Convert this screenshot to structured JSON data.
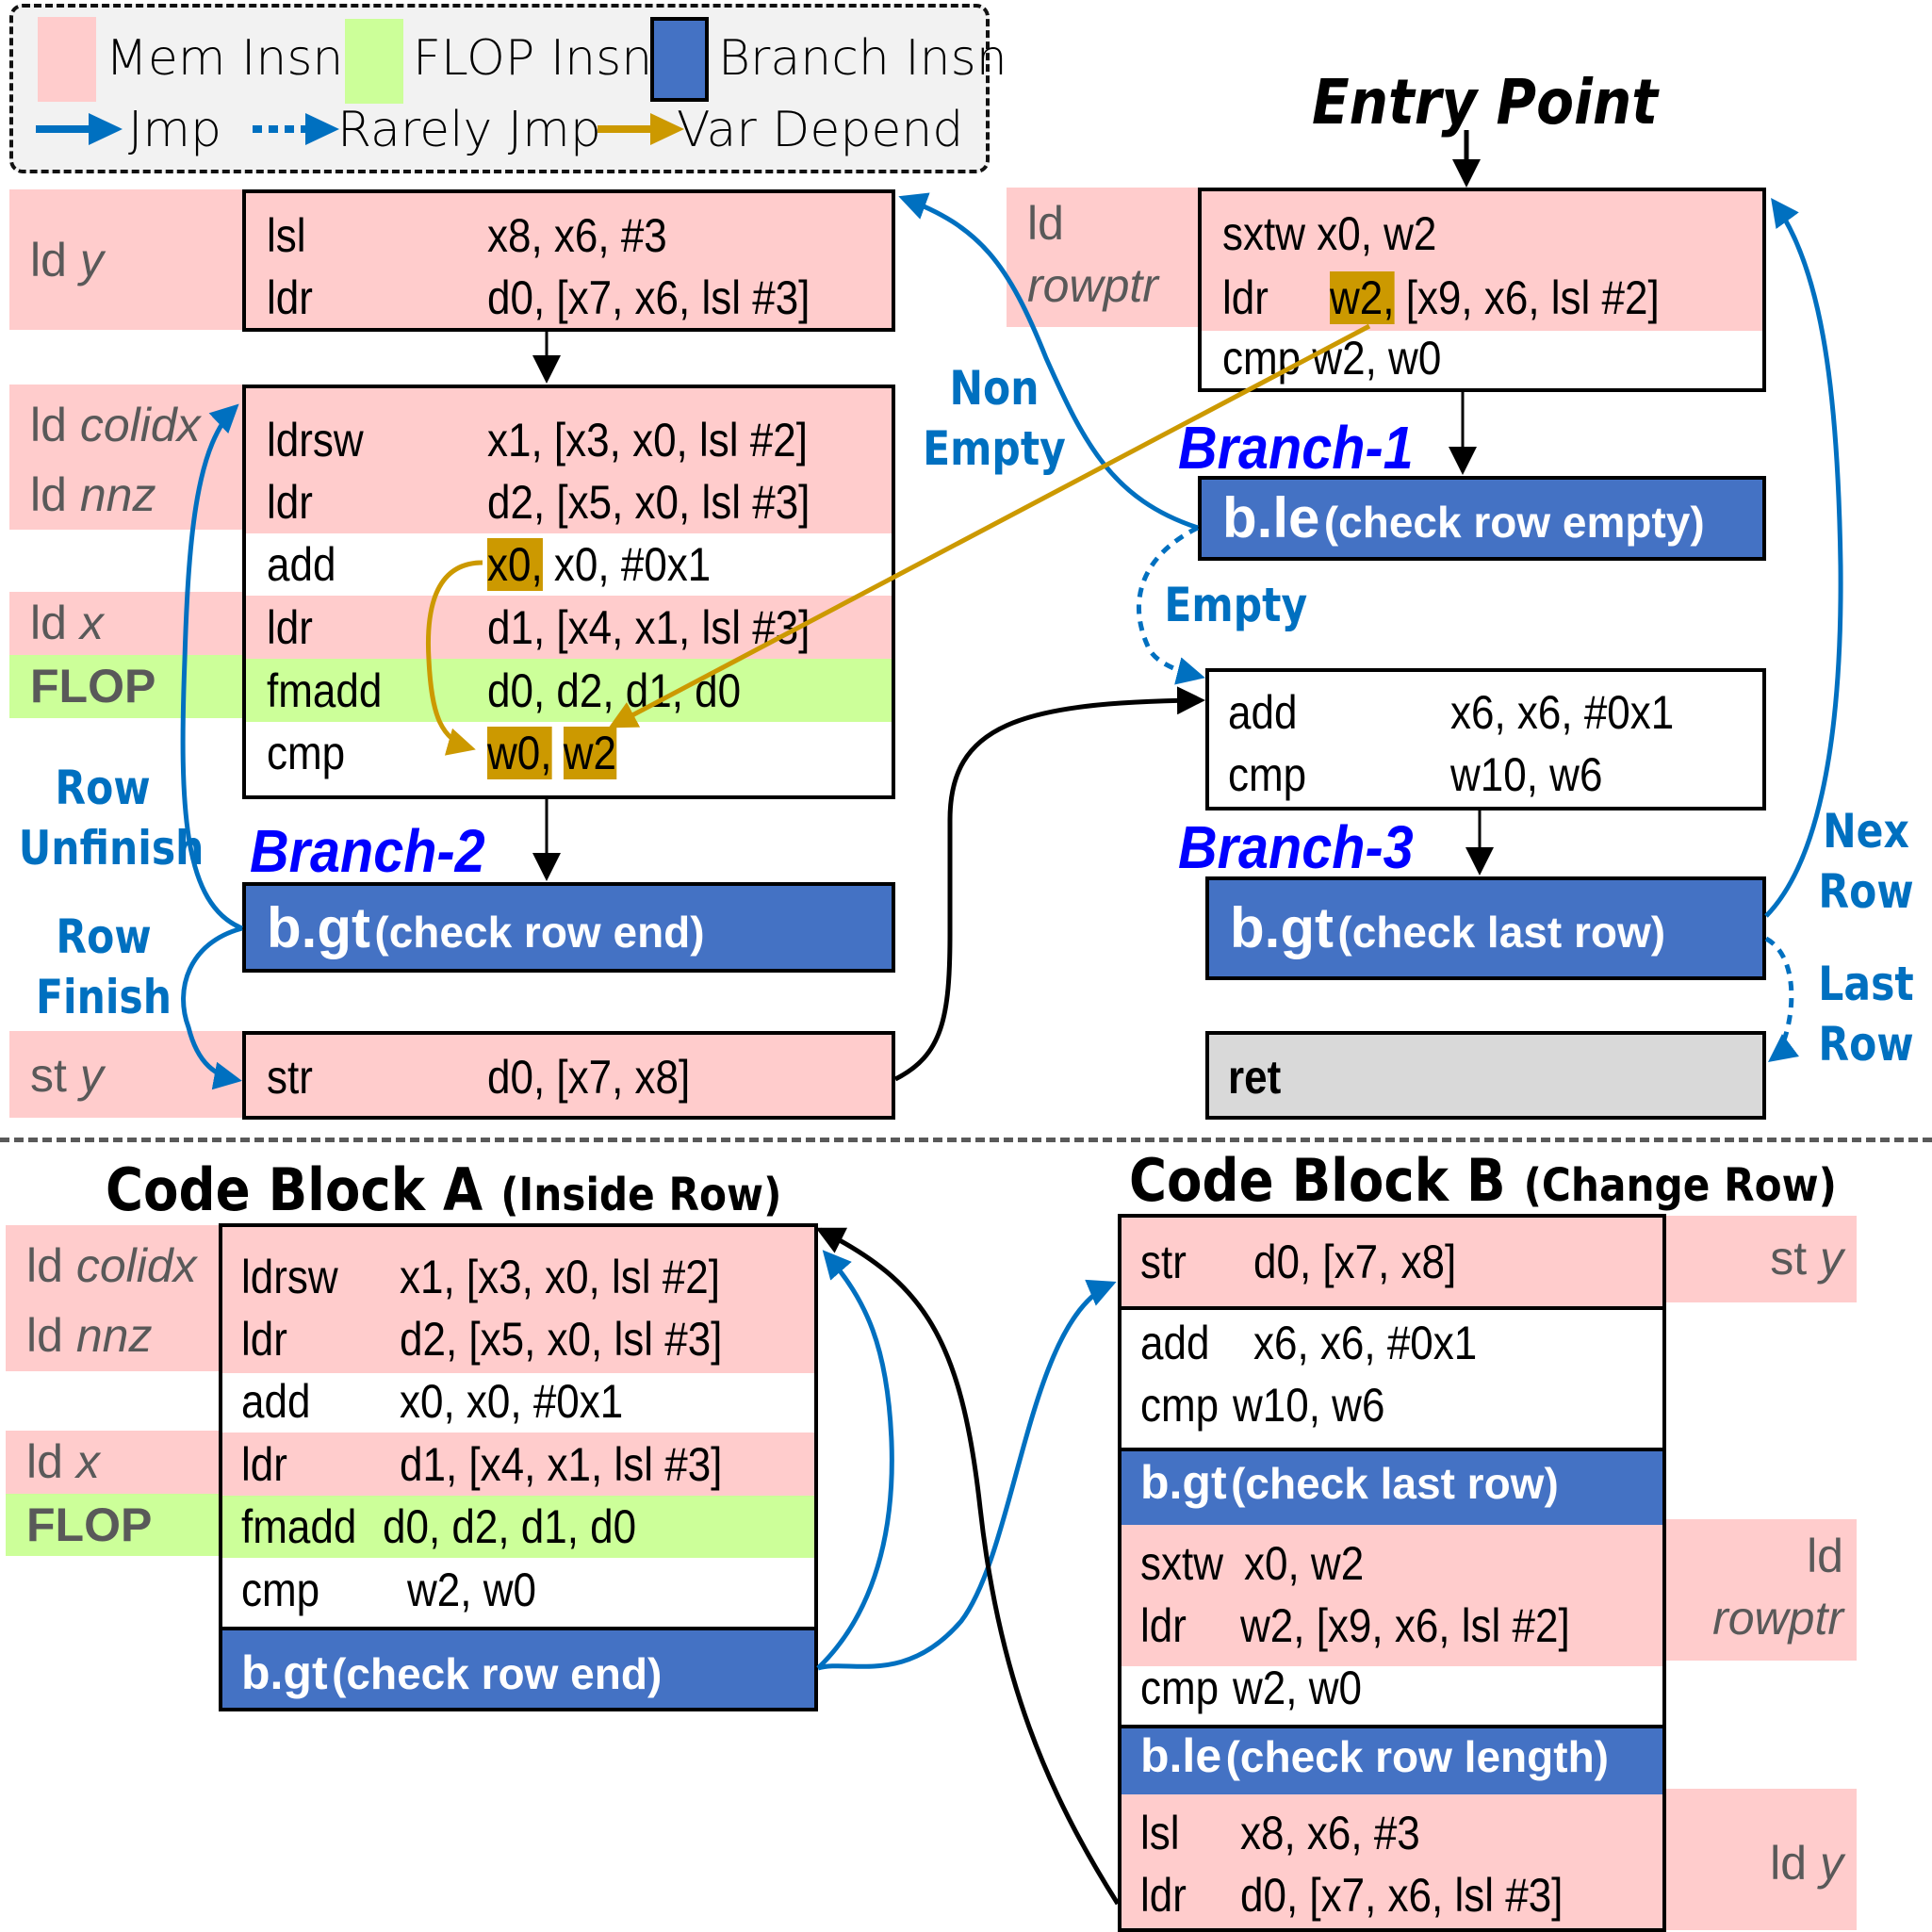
{
  "legend": {
    "mem_insn": "Mem Insn",
    "flop_insn": "FLOP Insn",
    "branch_insn": "Branch Insn",
    "jmp": "Jmp",
    "rarely_jmp": "Rarely Jmp",
    "var_depend": "Var Depend"
  },
  "colors": {
    "mem": "#ffcccc",
    "flop": "#ccff99",
    "branch": "#4472c4",
    "jmp": "#0070c0",
    "var_depend": "#cc9900",
    "branch_label": "#0000ff",
    "ret": "#d9d9d9"
  },
  "top": {
    "entry_point": "Entry Point",
    "left": {
      "block1": {
        "side_label": {
          "prefix": "ld",
          "var": "y"
        },
        "rows": [
          {
            "op": "lsl",
            "args": "x8, x6, #3"
          },
          {
            "op": "ldr",
            "args": "d0, [x7, x6, lsl #3]"
          }
        ]
      },
      "block2": {
        "side_labels": [
          {
            "prefix": "ld",
            "var": "colidx"
          },
          {
            "prefix": "ld",
            "var": "nnz"
          },
          {
            "prefix": "ld",
            "var": "x"
          },
          {
            "flop": "FLOP"
          }
        ],
        "rows": [
          {
            "op": "ldrsw",
            "args": "x1, [x3, x0, lsl #2]"
          },
          {
            "op": "ldr",
            "args": "d2, [x5, x0, lsl #3]"
          },
          {
            "op": "add",
            "hl": "x0,",
            "args": " x0, #0x1"
          },
          {
            "op": "ldr",
            "args": "d1, [x4, x1, lsl #3]"
          },
          {
            "op": "fmadd",
            "args": "d0, d2, d1, d0"
          },
          {
            "op": "cmp",
            "hl1": "w0,",
            "hl2": "w2"
          }
        ]
      },
      "branch2": {
        "label": "Branch-2",
        "op": "b.gt",
        "comment": "(check row end)"
      },
      "store": {
        "side_label": {
          "prefix": "st",
          "var": "y"
        },
        "op": "str",
        "args": "d0, [x7, x8]"
      },
      "jump_labels": {
        "row_unfinish": [
          "Row",
          "Unfinish"
        ],
        "row_finish": [
          "Row",
          "Finish"
        ]
      }
    },
    "right": {
      "entry_block": {
        "side_label": {
          "prefix": "ld",
          "var": "rowptr"
        },
        "rows": [
          {
            "text": "sxtw x0, w2"
          },
          {
            "op": "ldr",
            "hl": "w2,",
            "args": " [x9, x6, lsl #2]"
          },
          {
            "text": "cmp w2, w0"
          }
        ]
      },
      "branch1": {
        "label": "Branch-1",
        "op": "b.le",
        "comment": "(check row empty)"
      },
      "incr_block": {
        "rows": [
          {
            "op": "add",
            "args": "x6, x6, #0x1"
          },
          {
            "op": "cmp",
            "args": "w10, w6"
          }
        ]
      },
      "branch3": {
        "label": "Branch-3",
        "op": "b.gt",
        "comment": "(check last row)"
      },
      "ret": "ret",
      "jump_labels": {
        "non_empty": [
          "Non",
          "Empty"
        ],
        "empty": "Empty",
        "next_row": [
          "Nex",
          "Row"
        ],
        "last_row": [
          "Last",
          "Row"
        ]
      }
    }
  },
  "bottom": {
    "block_a": {
      "title": "Code Block A",
      "subtitle": "(Inside Row)",
      "side_labels": [
        {
          "prefix": "ld",
          "var": "colidx"
        },
        {
          "prefix": "ld",
          "var": "nnz"
        },
        {
          "prefix": "ld",
          "var": "x"
        },
        {
          "flop": "FLOP"
        }
      ],
      "rows": [
        {
          "op": "ldrsw",
          "args": "x1, [x3, x0, lsl #2]"
        },
        {
          "op": "ldr",
          "args": "d2, [x5, x0, lsl #3]"
        },
        {
          "op": "add",
          "args": "x0, x0, #0x1"
        },
        {
          "op": "ldr",
          "args": "d1, [x4, x1, lsl #3]"
        },
        {
          "op": "fmadd",
          "args": "d0, d2, d1, d0"
        },
        {
          "op": "cmp",
          "args": "w2, w0"
        }
      ],
      "branch": {
        "op": "b.gt",
        "comment": "(check row end)"
      }
    },
    "block_b": {
      "title": "Code Block B",
      "subtitle": "(Change Row)",
      "side_labels": [
        {
          "prefix": "st",
          "var": "y"
        },
        {
          "prefix": "ld",
          "var": "rowptr"
        },
        {
          "prefix": "ld",
          "var": "y"
        }
      ],
      "rows": [
        {
          "op": "str",
          "args": "d0, [x7, x8]"
        },
        {
          "op": "add",
          "args": "x6, x6, #0x1"
        },
        {
          "op": "cmp",
          "args": "w10, w6"
        },
        {
          "op": "sxtw",
          "args": "x0, w2"
        },
        {
          "op": "ldr",
          "args": "w2, [x9, x6, lsl #2]"
        },
        {
          "op": "cmp",
          "args": "w2, w0"
        },
        {
          "op": "lsl",
          "args": "x8, x6, #3"
        },
        {
          "op": "ldr",
          "args": "d0, [x7, x6, lsl #3]"
        }
      ],
      "branch1": {
        "op": "b.gt",
        "comment": "(check last row)"
      },
      "branch2": {
        "op": "b.le",
        "comment": "(check row length)"
      }
    }
  }
}
